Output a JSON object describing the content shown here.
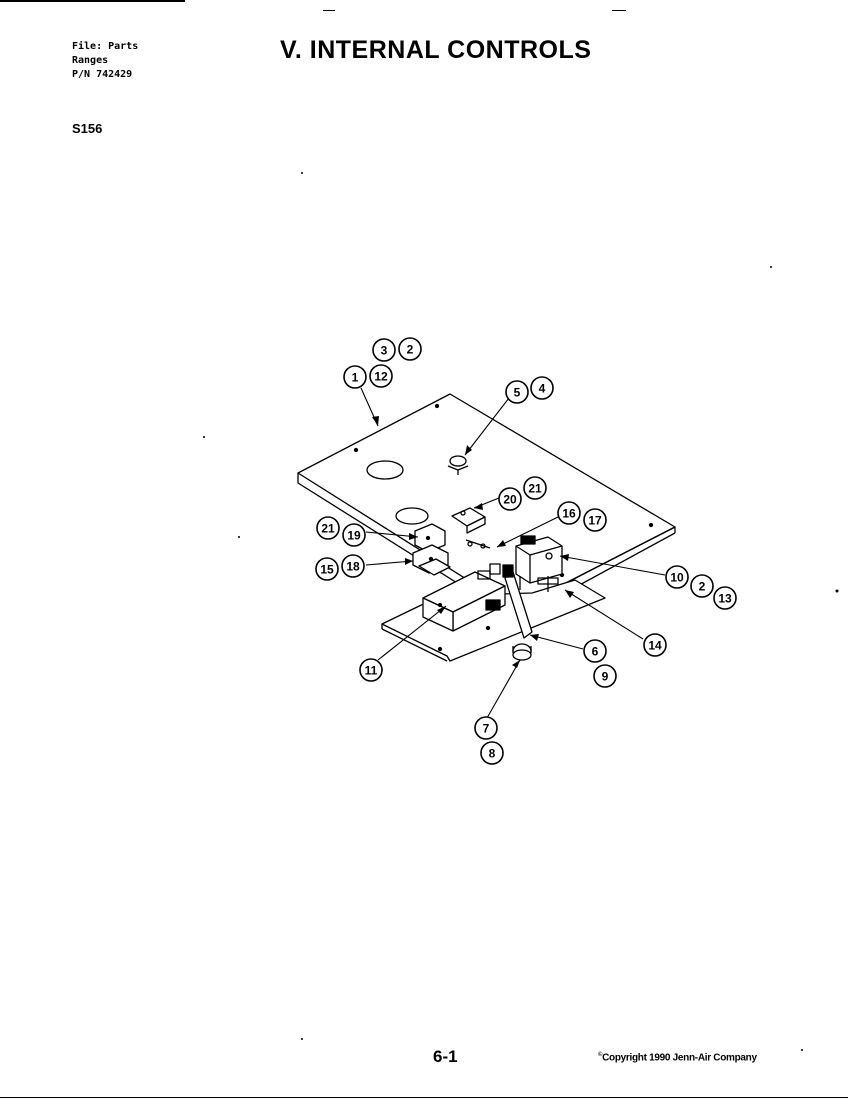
{
  "header": {
    "file_label": "File: Parts",
    "category": "Ranges",
    "part_number": "P/N 742429",
    "model": "S156",
    "title": "V. INTERNAL CONTROLS"
  },
  "footer": {
    "page_number": "6-1",
    "copyright_symbol": "©",
    "copyright": "Copyright 1990 Jenn-Air Company"
  },
  "callouts": {
    "c1": "1",
    "c2": "2",
    "c3": "3",
    "c12": "12",
    "c5": "5",
    "c4": "4",
    "c20": "20",
    "c21a": "21",
    "c16": "16",
    "c17": "17",
    "c21b": "21",
    "c19": "19",
    "c15": "15",
    "c18": "18",
    "c10": "10",
    "c2b": "2",
    "c13": "13",
    "c14": "14",
    "c6": "6",
    "c9": "9",
    "c11": "11",
    "c7": "7",
    "c8": "8"
  }
}
